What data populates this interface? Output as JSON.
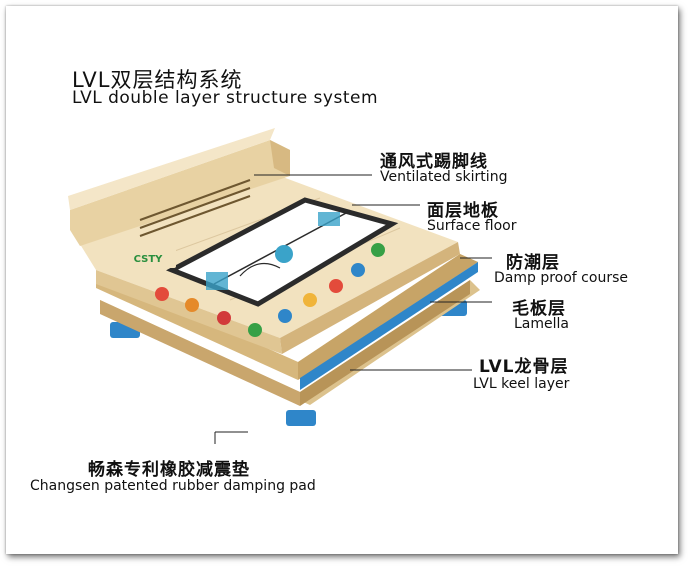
{
  "title": {
    "cn": "LVL双层结构系统",
    "en": "LVL double layer structure system"
  },
  "logo_text": "CSTY",
  "callouts": [
    {
      "id": "skirting",
      "cn": "通风式踢脚线",
      "en": "Ventilated skirting"
    },
    {
      "id": "surface",
      "cn": "面层地板",
      "en": "Surface floor"
    },
    {
      "id": "damp",
      "cn": "防潮层",
      "en": "Damp proof course"
    },
    {
      "id": "lamella",
      "cn": "毛板层",
      "en": "Lamella"
    },
    {
      "id": "keel",
      "cn": "LVL龙骨层",
      "en": "LVL keel layer"
    },
    {
      "id": "pad",
      "cn": "畅森专利橡胶减震垫",
      "en": "Changsen patented rubber damping pad"
    }
  ],
  "colors": {
    "wood_light": "#f2e2bf",
    "wood_mid": "#e6cf9e",
    "wood_dark": "#c9a66d",
    "pad_blue": "#2f86c9",
    "court_line": "#2b2b2b",
    "court_accent": "#3aa3c9"
  }
}
